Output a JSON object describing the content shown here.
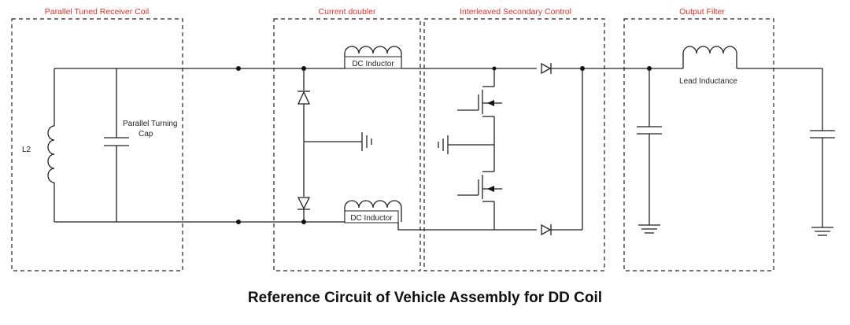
{
  "caption": "Reference Circuit of Vehicle Assembly for DD Coil",
  "sections": {
    "receiver": "Parallel Tuned Receiver Coil",
    "doubler": "Current doubler",
    "secondary": "Interleaved Secondary Control",
    "filter": "Output Filter"
  },
  "labels": {
    "l2": "L2",
    "cap_line1": "Parallel Turning",
    "cap_line2": "Cap",
    "dc_ind_top": "DC Inductor",
    "dc_ind_bottom": "DC Inductor",
    "lead_ind": "Lead Inductance"
  },
  "colors": {
    "section_title": "#e0312b",
    "wire": "#222222"
  }
}
